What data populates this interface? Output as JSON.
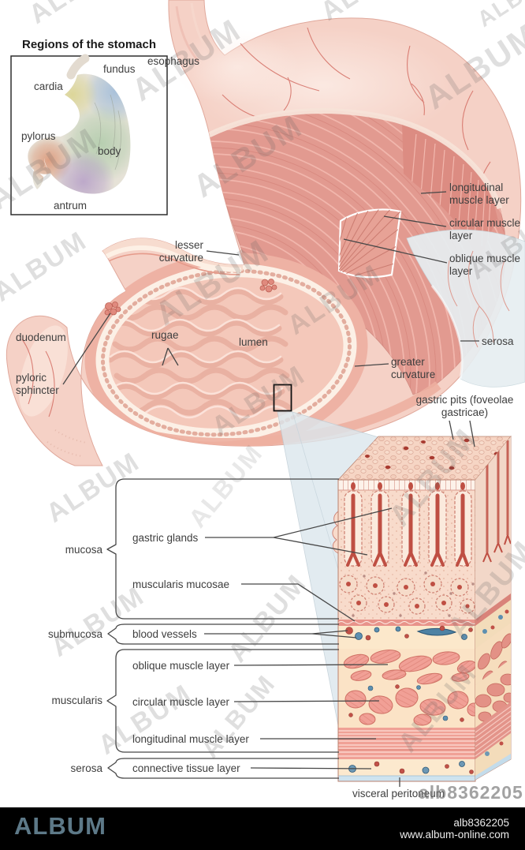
{
  "inset": {
    "title": "Regions of the stomach",
    "regions": [
      {
        "label": "fundus",
        "color": "#8fb3dc"
      },
      {
        "label": "cardia",
        "color": "#d9d284"
      },
      {
        "label": "pylorus",
        "color": "#db8f6e"
      },
      {
        "label": "body",
        "color": "#a3c6a0"
      },
      {
        "label": "antrum",
        "color": "#ab90c4"
      }
    ]
  },
  "stomach_labels": {
    "esophagus": "esophagus",
    "lesser_curvature": "lesser curvature",
    "longitudinal_muscle": "longitudinal muscle layer",
    "circular_muscle": "circular muscle layer",
    "oblique_muscle": "oblique muscle layer",
    "duodenum": "duodenum",
    "rugae": "rugae",
    "lumen": "lumen",
    "pyloric_sphincter": "pyloric sphincter",
    "greater_curvature": "greater curvature",
    "serosa": "serosa",
    "gastric_pits": "gastric pits (foveolae gastricae)"
  },
  "wall_section": {
    "brackets": [
      {
        "label": "mucosa"
      },
      {
        "label": "submucosa"
      },
      {
        "label": "muscularis"
      },
      {
        "label": "serosa"
      }
    ],
    "layers": {
      "gastric_glands": "gastric glands",
      "muscularis_mucosae": "muscularis mucosae",
      "blood_vessels": "blood vessels",
      "oblique_muscle": "oblique muscle layer",
      "circular_muscle": "circular muscle layer",
      "longitudinal_muscle": "longitudinal muscle layer",
      "connective_tissue": "connective tissue layer",
      "visceral_peritoneum": "visceral peritoneum"
    }
  },
  "watermark": {
    "text": "ALBUM",
    "image_id": "alb8362205"
  },
  "footer": {
    "brand": "ALBUM",
    "image_id": "alb8362205",
    "website": "www.album-online.com"
  },
  "palette": {
    "label_text": "#3e3e3e",
    "muscle_red": "#e29a90",
    "tissue_pink": "#f5d1c6",
    "serosa_sheet_blue": "#e7eef1",
    "peritoneum_blue": "#cee3ef",
    "footer_bar": "#000000",
    "footer_brand": "#5d7988"
  }
}
